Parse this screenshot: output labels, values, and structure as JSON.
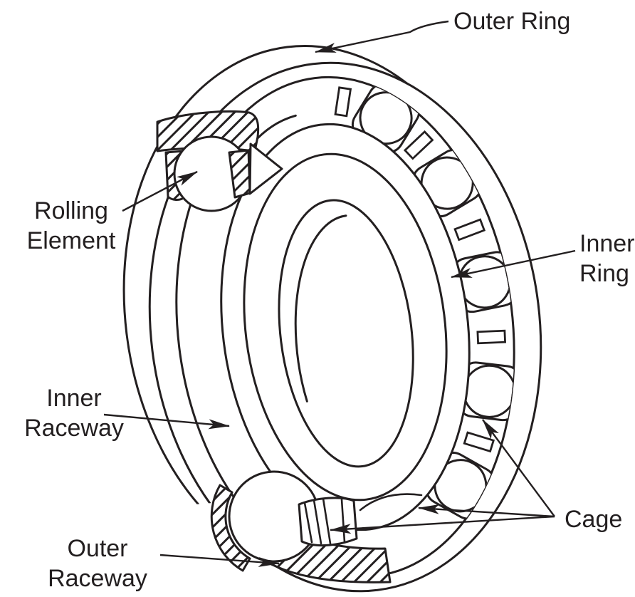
{
  "figure": {
    "subject": "Rolling-element ball bearing cutaway diagram",
    "background_color": "#ffffff",
    "line_color": "#231f20"
  },
  "labels": {
    "outer_ring": {
      "text": "Outer Ring",
      "lines": [
        "Outer Ring"
      ]
    },
    "rolling_element": {
      "text": "Rolling Element",
      "lines": [
        "Rolling",
        "Element"
      ]
    },
    "inner_ring": {
      "text": "Inner Ring",
      "lines": [
        "Inner",
        "Ring"
      ]
    },
    "inner_raceway": {
      "text": "Inner Raceway",
      "lines": [
        "Inner",
        "Raceway"
      ]
    },
    "cage": {
      "text": "Cage",
      "lines": [
        "Cage"
      ]
    },
    "outer_raceway": {
      "text": "Outer Raceway",
      "lines": [
        "Outer",
        "Raceway"
      ]
    }
  }
}
